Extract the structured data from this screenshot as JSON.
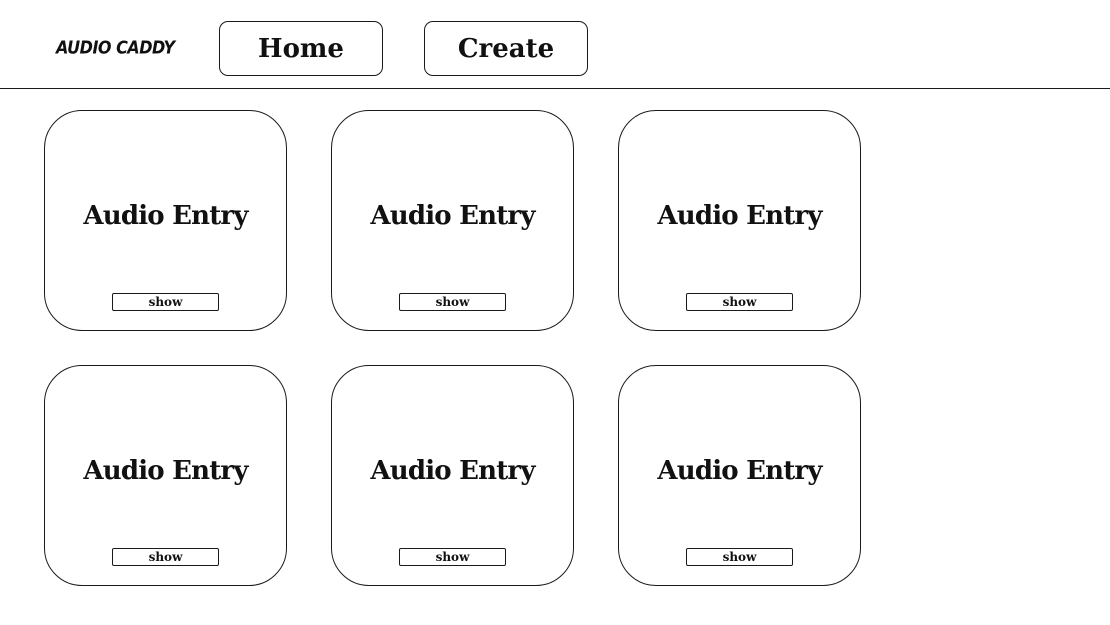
{
  "header": {
    "logo_text": "AUDIO CADDY",
    "nav": {
      "home_label": "Home",
      "create_label": "Create"
    }
  },
  "entries": [
    {
      "title": "Audio Entry",
      "button_label": "show"
    },
    {
      "title": "Audio Entry",
      "button_label": "show"
    },
    {
      "title": "Audio Entry",
      "button_label": "show"
    },
    {
      "title": "Audio Entry",
      "button_label": "show"
    },
    {
      "title": "Audio Entry",
      "button_label": "show"
    },
    {
      "title": "Audio Entry",
      "button_label": "show"
    }
  ],
  "colors": {
    "background": "#ffffff",
    "ink": "#111111",
    "border": "#1a1a1a"
  }
}
